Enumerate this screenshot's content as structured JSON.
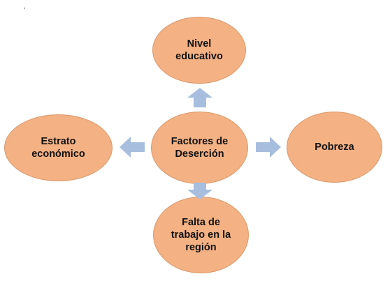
{
  "corner_mark": ",",
  "nodes": {
    "center": {
      "line1": "Factores de",
      "line2": "Deserción"
    },
    "top": {
      "line1": "Nivel",
      "line2": "educativo"
    },
    "left": {
      "line1": "Estrato",
      "line2": "económico"
    },
    "right": {
      "line1": "Pobreza"
    },
    "bottom": {
      "line1": "Falta de",
      "line2": "trabajo en la",
      "line3": "región"
    }
  },
  "colors": {
    "node_fill": "#F4B183",
    "arrow_fill": "#A7BEDF"
  }
}
